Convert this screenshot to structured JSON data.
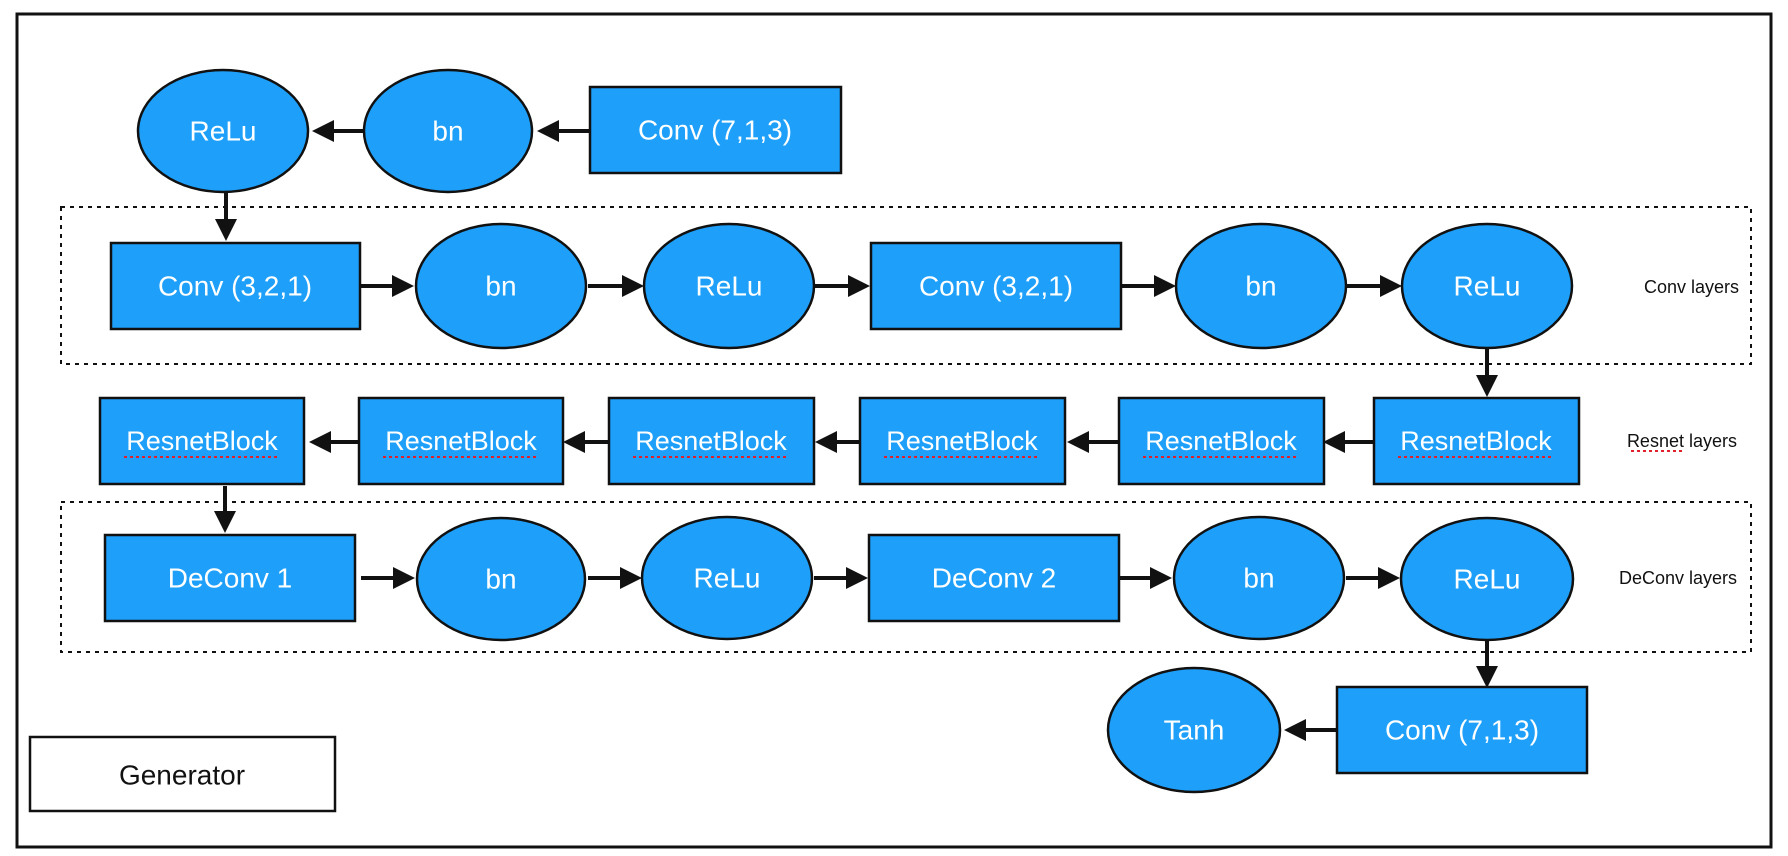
{
  "diagram": {
    "title": "Generator",
    "groups": {
      "conv": "Conv layers",
      "resnet": "Resnet layers",
      "deconv": "DeConv layers"
    },
    "nodes": {
      "stem_relu": "ReLu",
      "stem_bn": "bn",
      "stem_conv": "Conv (7,1,3)",
      "conv1": "Conv (3,2,1)",
      "bn1": "bn",
      "relu1": "ReLu",
      "conv2": "Conv (3,2,1)",
      "bn2": "bn",
      "relu2": "ReLu",
      "res1": "ResnetBlock",
      "res2": "ResnetBlock",
      "res3": "ResnetBlock",
      "res4": "ResnetBlock",
      "res5": "ResnetBlock",
      "res6": "ResnetBlock",
      "deconv1": "DeConv 1",
      "dbn1": "bn",
      "drelu1": "ReLu",
      "deconv2": "DeConv 2",
      "dbn2": "bn",
      "drelu2": "ReLu",
      "final_conv": "Conv (7,1,3)",
      "tanh": "Tanh"
    },
    "colors": {
      "node_fill": "#1ea0fa",
      "node_text": "#ffffff",
      "stroke": "#111111",
      "spellcheck_underline": "#e0202a"
    }
  }
}
